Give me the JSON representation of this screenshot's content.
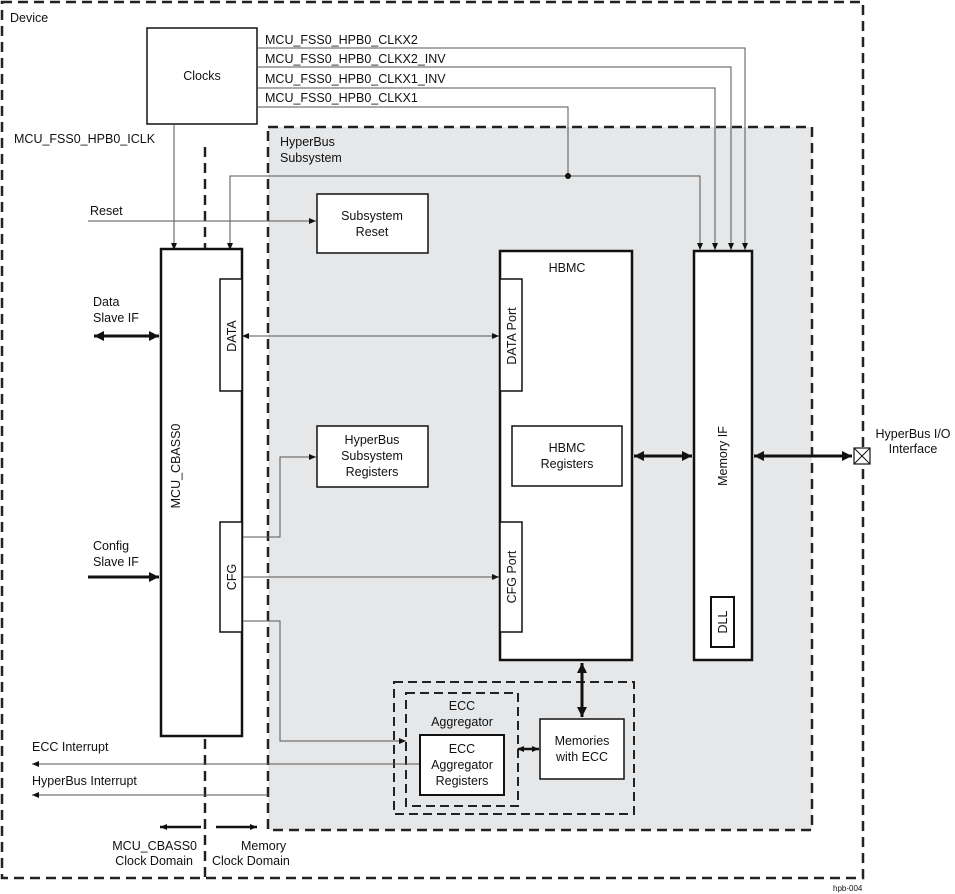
{
  "diagram": {
    "device_label": "Device",
    "clocks_label": "Clocks",
    "clock_signals": {
      "clkx2": "MCU_FSS0_HPB0_CLKX2",
      "clkx2_inv": "MCU_FSS0_HPB0_CLKX2_INV",
      "clkx1_inv": "MCU_FSS0_HPB0_CLKX1_INV",
      "clkx1": "MCU_FSS0_HPB0_CLKX1",
      "iclk": "MCU_FSS0_HPB0_ICLK"
    },
    "subsystem_label": [
      "HyperBus",
      "Subsystem"
    ],
    "reset_label": "Reset",
    "subsystem_reset": [
      "Subsystem",
      "Reset"
    ],
    "data_slave": [
      "Data",
      "Slave IF"
    ],
    "config_slave": [
      "Config",
      "Slave IF"
    ],
    "cbass_label": "MCU_CBASS0",
    "data_port_label": "DATA",
    "cfg_port_label": "CFG",
    "hbmc_label": "HBMC",
    "hbmc_data_port": "DATA Port",
    "hbmc_cfg_port": "CFG Port",
    "hbmc_registers": [
      "HBMC",
      "Registers"
    ],
    "subsystem_registers": [
      "HyperBus",
      "Subsystem",
      "Registers"
    ],
    "memory_if": "Memory IF",
    "dll": "DLL",
    "io_interface": [
      "HyperBus I/O",
      "Interface"
    ],
    "ecc_aggregator": [
      "ECC",
      "Aggregator"
    ],
    "ecc_aggregator_registers": [
      "ECC",
      "Aggregator",
      "Registers"
    ],
    "memories_with_ecc": [
      "Memories",
      "with ECC"
    ],
    "ecc_interrupt": "ECC Interrupt",
    "hyperbus_interrupt": "HyperBus Interrupt",
    "cbass_clock_domain": [
      "MCU_CBASS0",
      "Clock Domain"
    ],
    "memory_clock_domain": [
      "Memory",
      "Clock Domain"
    ],
    "figure_id": "hpb-004"
  }
}
